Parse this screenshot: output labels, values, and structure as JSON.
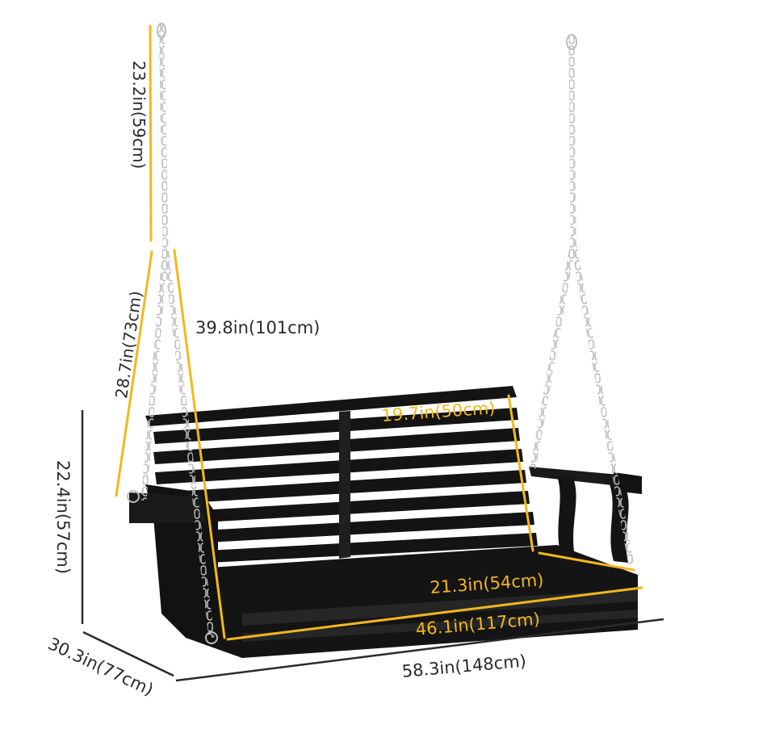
{
  "colors": {
    "accent_line": "#f2b81c",
    "dimension_line": "#2a2a2a",
    "swing_wood": "#141414",
    "swing_shadow": "#2b2b2b",
    "chain": "#c9c9c9",
    "background": "#ffffff"
  },
  "product": {
    "name": "porch-swing",
    "description": "Black wooden slatted porch swing hanging from chains with dimension callouts"
  },
  "dimensions": {
    "top_chain_length": "23.2in(59cm)",
    "side_chain_length": "28.7in(73cm)",
    "total_chain_length": "39.8in(101cm)",
    "backrest_height": "19.7in(50cm)",
    "seat_depth": "21.3in(54cm)",
    "seat_width": "46.1in(117cm)",
    "overall_height": "22.4in(57cm)",
    "overall_depth": "30.3in(77cm)",
    "overall_width": "58.3in(148cm)"
  }
}
